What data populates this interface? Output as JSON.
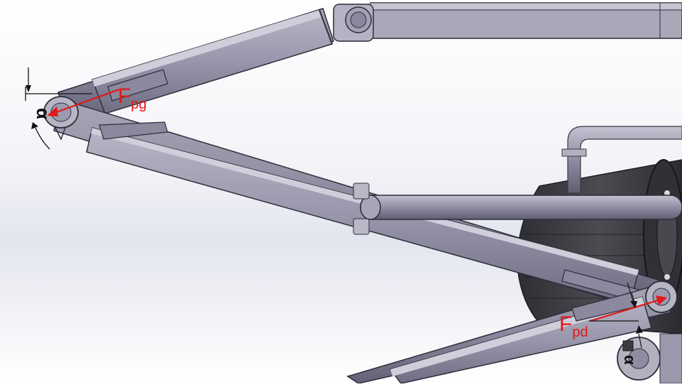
{
  "labels": {
    "force_upper_main": "F",
    "force_upper_sub": "pg",
    "force_lower_main": "F",
    "force_lower_sub": "pd",
    "angle_symbol": "α"
  },
  "colors": {
    "background_top": "#ffffff",
    "background_mid": "#e4e6ee",
    "cylinder_face": "#9a98ad",
    "cylinder_dark": "#6a687a",
    "cylinder_light": "#c8c7d3",
    "outline": "#2a2a34",
    "motor_dark": "#3a3c40",
    "force_arrow": "#e01818",
    "dimension_line": "#111111"
  },
  "icons": [
    "arrow-right-icon",
    "arrow-left-icon",
    "angle-arrow-icon"
  ]
}
